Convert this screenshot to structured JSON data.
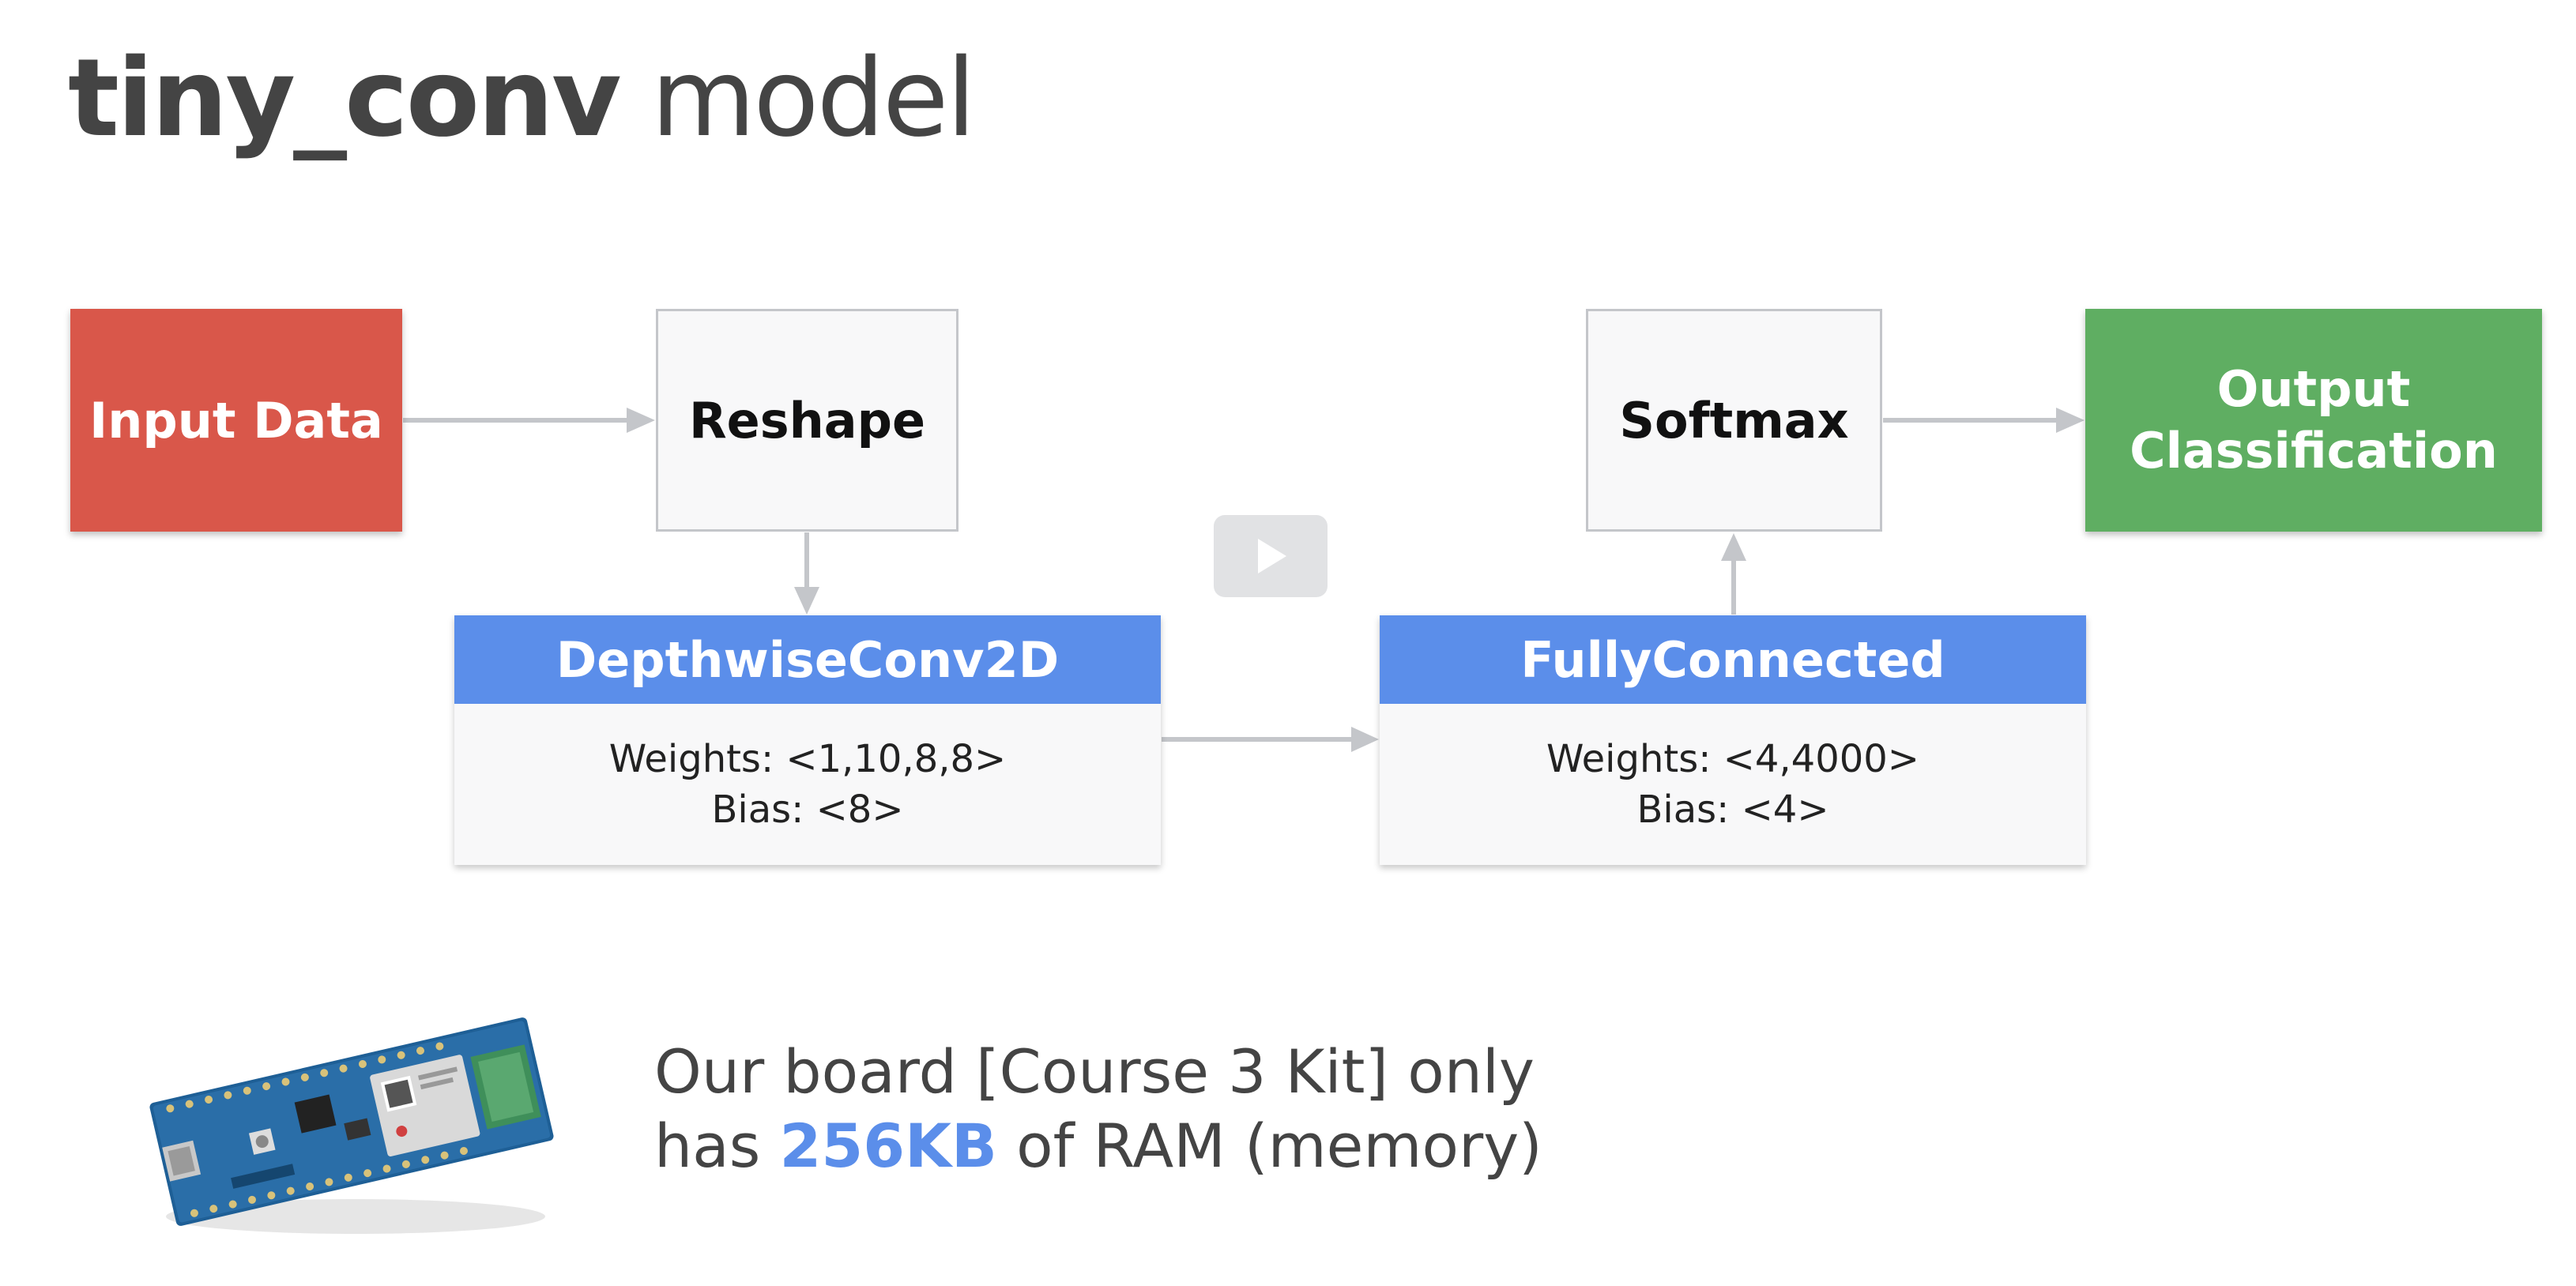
{
  "title": {
    "bold": "tiny_conv",
    "rest": " model"
  },
  "nodes": {
    "input": "Input Data",
    "reshape": "Reshape",
    "depthwise": {
      "name": "DepthwiseConv2D",
      "weights": "Weights: <1,10,8,8>",
      "bias": "Bias: <8>"
    },
    "fully": {
      "name": "FullyConnected",
      "weights": "Weights: <4,4000>",
      "bias": "Bias: <4>"
    },
    "softmax": "Softmax",
    "output": {
      "line1": "Output",
      "line2": "Classification"
    }
  },
  "caption": {
    "line1": "Our board [Course 3 Kit] only",
    "line2_before": "has ",
    "highlight": "256KB",
    "line2_after": " of RAM (memory)"
  },
  "colors": {
    "input": "#d9574a",
    "output": "#5fae62",
    "layer_header": "#5b8eea",
    "highlight": "#5b8eea",
    "arrow": "#c4c6ca"
  }
}
